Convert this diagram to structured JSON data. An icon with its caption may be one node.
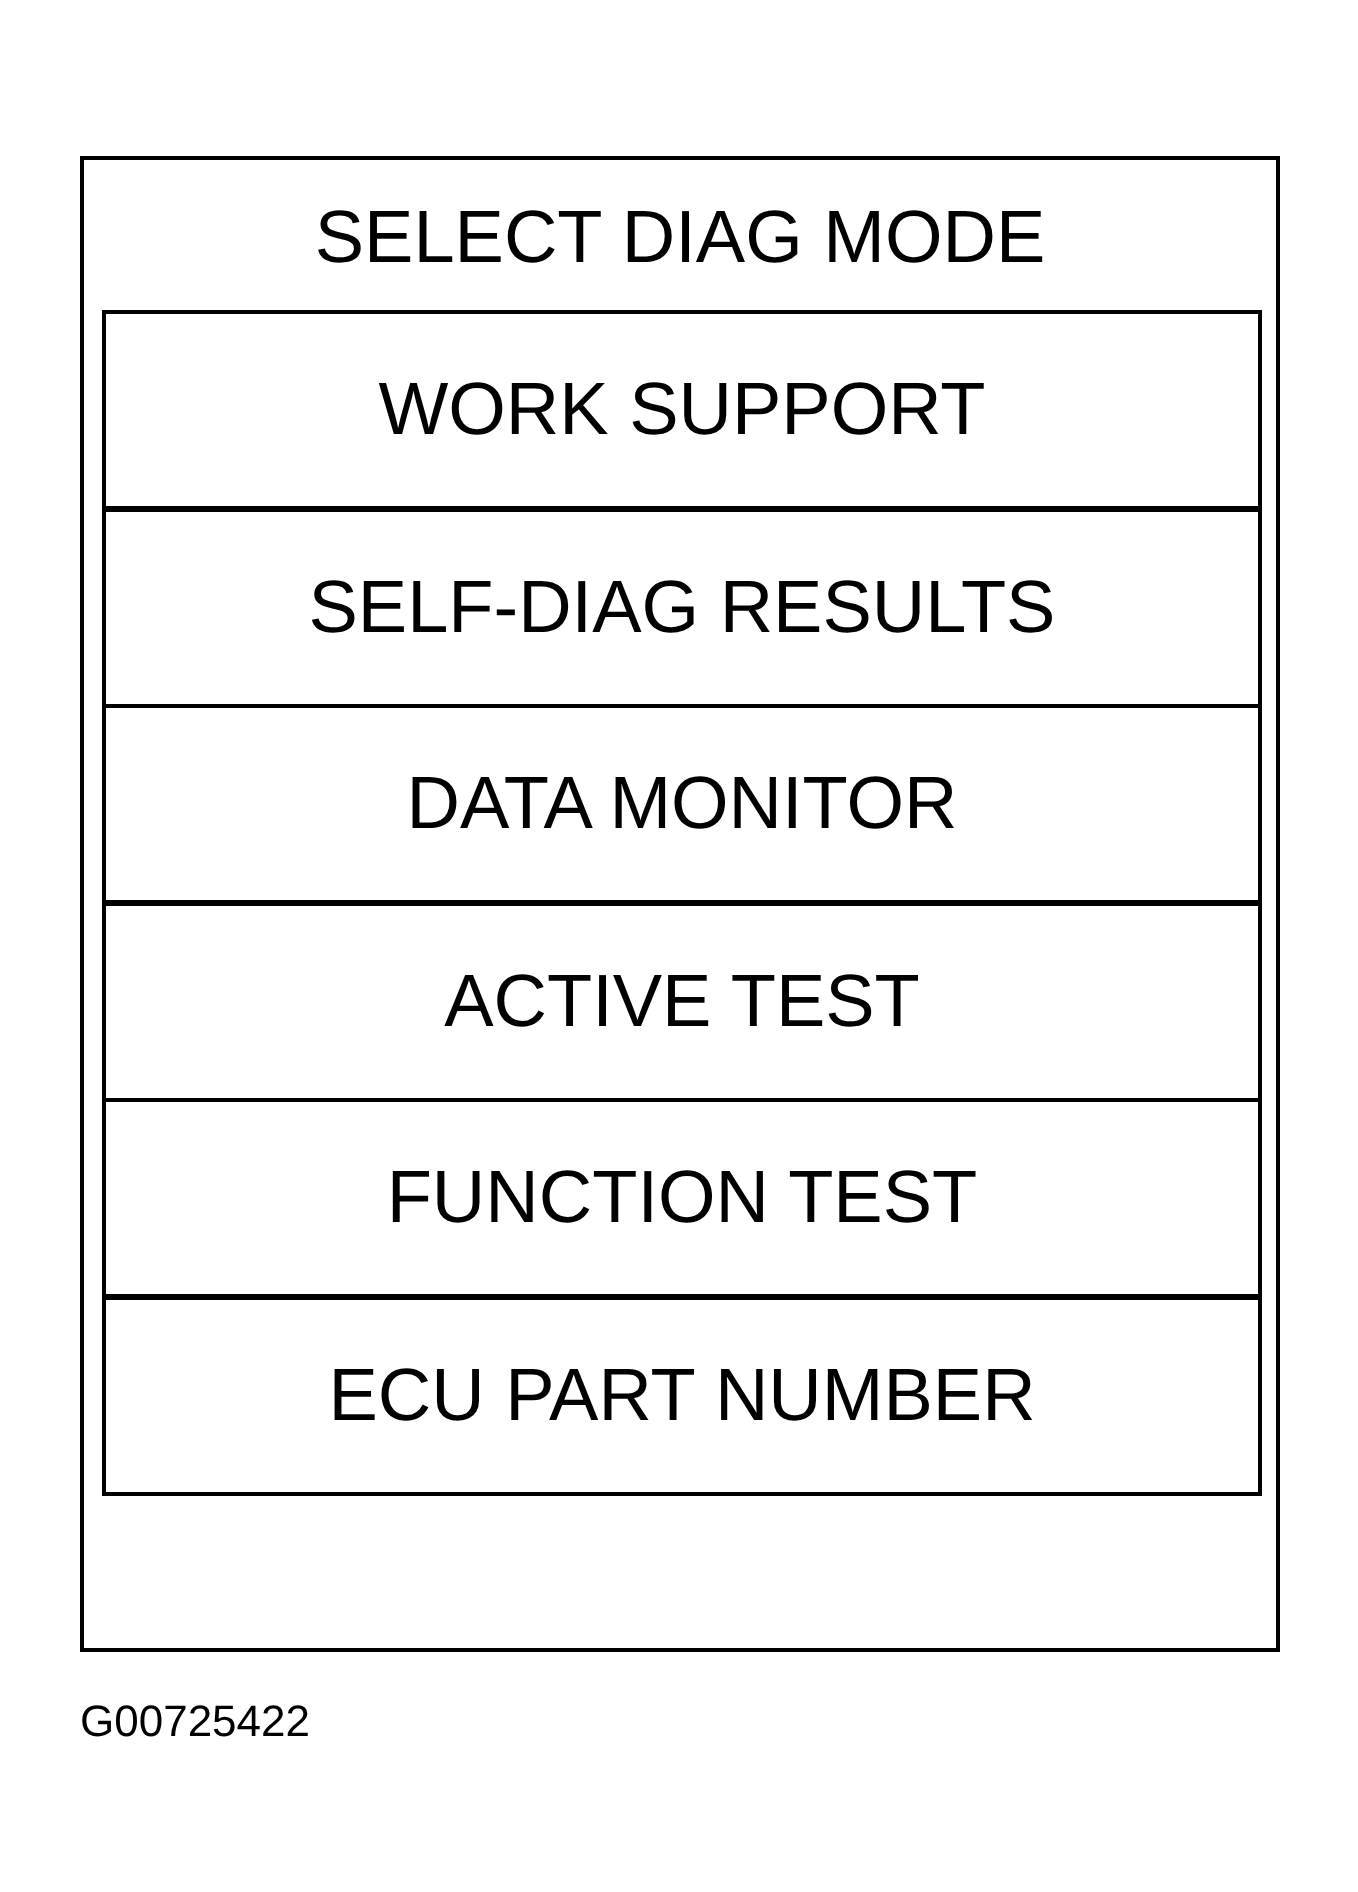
{
  "diagram": {
    "nodes": [
      {
        "text": [
          "SELECT DIAG MODE"
        ]
      },
      {
        "text": [
          "WORK SUPPORT"
        ],
        "in": 0
      },
      {
        "text": [
          "SELF-DIAG RESULTS"
        ],
        "in": 0
      },
      {
        "text": [
          "DATA MONITOR"
        ],
        "in": 0
      },
      {
        "text": [
          "ACTIVE TEST"
        ],
        "in": 0
      },
      {
        "text": [
          "FUNCTION TEST"
        ],
        "in": 0
      },
      {
        "text": [
          "ECU PART NUMBER"
        ],
        "in": 0
      }
    ],
    "labels": [
      "G00725422"
    ]
  }
}
